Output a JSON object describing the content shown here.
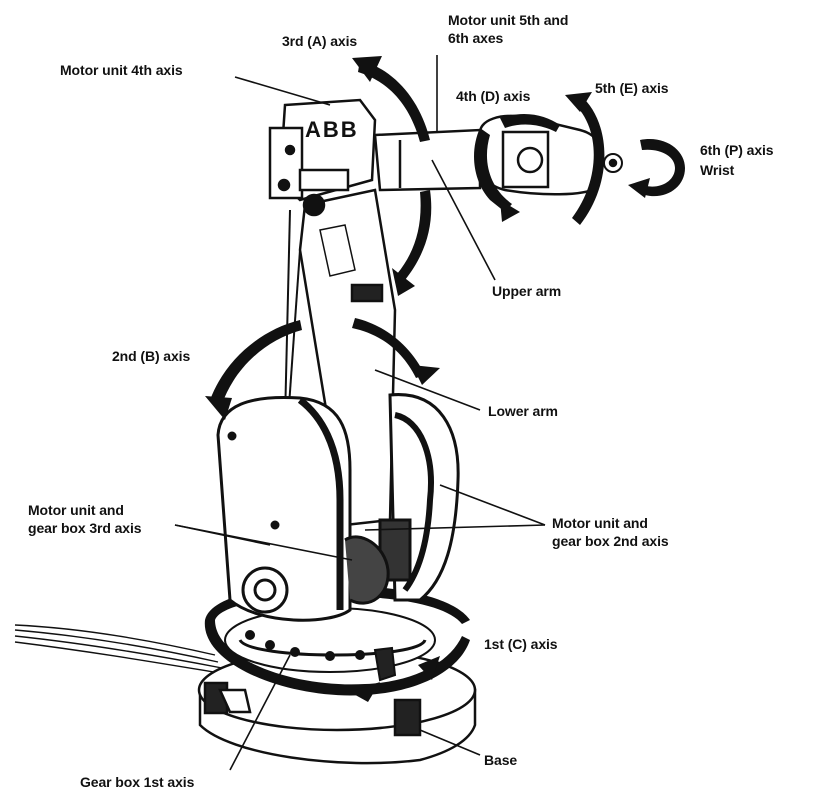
{
  "logo": {
    "text": "ABB"
  },
  "labels": {
    "axis3": "3rd (A) axis",
    "motor56_line1": "Motor unit 5th and",
    "motor56_line2": "6th axes",
    "motor4": "Motor unit 4th axis",
    "axis4": "4th (D) axis",
    "axis5": "5th (E) axis",
    "axis6_line1": "6th (P) axis",
    "axis6_line2": "Wrist",
    "upper_arm": "Upper arm",
    "axis2": "2nd (B) axis",
    "lower_arm": "Lower arm",
    "motor3_line1": "Motor unit and",
    "motor3_line2": "gear box 3rd axis",
    "motor2_line1": "Motor unit and",
    "motor2_line2": "gear box 2nd axis",
    "axis1": "1st (C) axis",
    "base": "Base",
    "gearbox1": "Gear box 1st axis"
  },
  "colors": {
    "ink": "#111111",
    "body": "#ffffff",
    "shade": "#d9d9d9"
  }
}
